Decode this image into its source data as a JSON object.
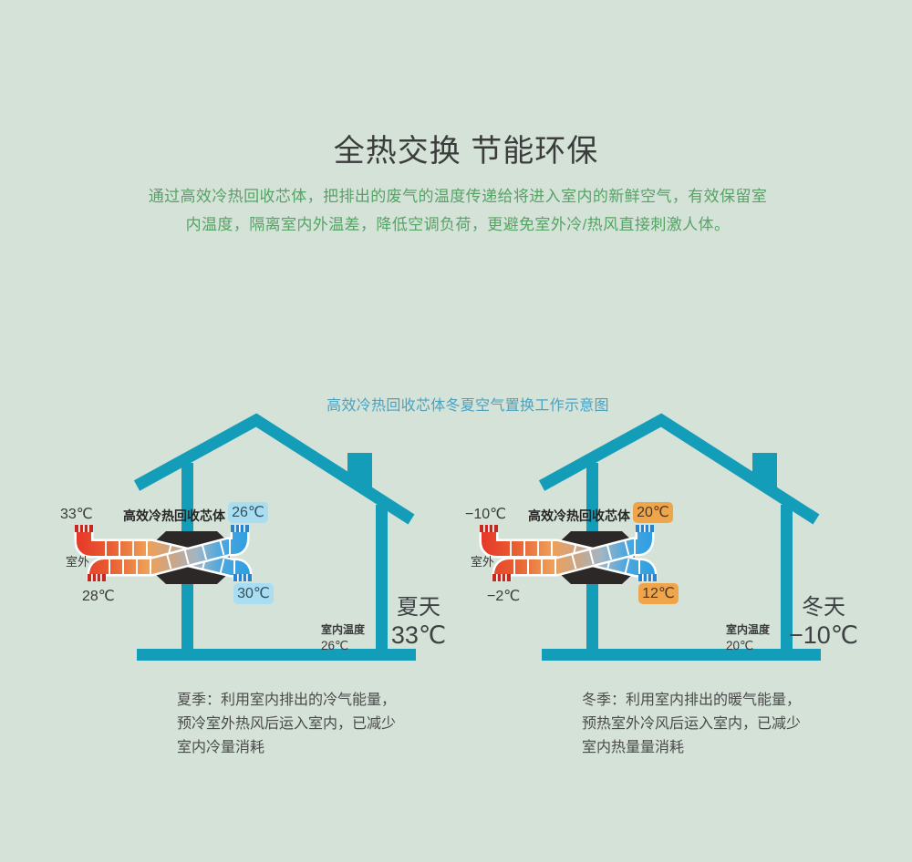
{
  "colors": {
    "background": "#d4e2d7",
    "house_teal": "#149db9",
    "intro_green": "#55a365",
    "subtitle_blue": "#4aa2c1",
    "title_gray": "#3b3c3c",
    "caption_gray": "#4b4b4b",
    "hot_red": "#e73529",
    "cold_blue": "#2e9fe2",
    "core_dark": "#2b2827"
  },
  "title": "全热交换 节能环保",
  "intro_line1": "通过高效冷热回收芯体，把排出的废气的温度传递给将进入室内的新鲜空气，有效保留室",
  "intro_line2": "内温度，隔离室内外温差，降低空调负荷，更避免室外冷/热风直接刺激人体。",
  "subtitle": "高效冷热回收芯体冬夏空气置换工作示意图",
  "houses": [
    {
      "season": "summer",
      "outside_temp_top": "33℃",
      "outside_label": "室外",
      "outside_temp_bottom": "28℃",
      "exchanger_label": "高效冷热回收芯体",
      "badge_top": "26℃",
      "badge_bottom": "30℃",
      "badge_bg": "#a9def2",
      "badge_text_color": "#31505e",
      "indoor_label": "室内温度",
      "indoor_temp": "26℃",
      "season_name": "夏天",
      "season_temp": "33℃",
      "caption_line1": "夏季：利用室内排出的冷气能量，",
      "caption_line2": "预冷室外热风后运入室内，已减少",
      "caption_line3": "室内冷量消耗"
    },
    {
      "season": "winter",
      "outside_temp_top": "−10℃",
      "outside_label": "室外",
      "outside_temp_bottom": "−2℃",
      "exchanger_label": "高效冷热回收芯体",
      "badge_top": "20℃",
      "badge_bottom": "12℃",
      "badge_bg": "#f0a54b",
      "badge_text_color": "#4b3a20",
      "indoor_label": "室内温度",
      "indoor_temp": "20℃",
      "season_name": "冬天",
      "season_temp": "−10℃",
      "caption_line1": "冬季：利用室内排出的暖气能量，",
      "caption_line2": "预热室外冷风后运入室内，已减少",
      "caption_line3": "室内热量量消耗"
    }
  ]
}
